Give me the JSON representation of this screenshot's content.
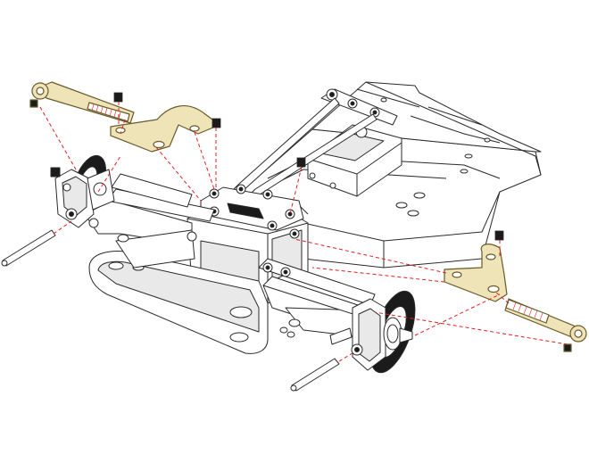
{
  "colors": {
    "background": "#ffffff",
    "outline": "#2a2a2a",
    "body_fill": "#ffffff",
    "shade_fill": "#e9e9e9",
    "dark_fill": "#1b1b1b",
    "highlight_part": "#efe3b8",
    "highlight_outline": "#6a5a2a",
    "guide_line": "#e02020"
  },
  "parts": [
    {
      "name": "left-tie-rod",
      "highlighted": true
    },
    {
      "name": "left-steering-arm",
      "highlighted": true
    },
    {
      "name": "right-tie-rod",
      "highlighted": true
    },
    {
      "name": "right-steering-arm",
      "highlighted": true
    },
    {
      "name": "set-screws",
      "highlighted": false
    },
    {
      "name": "hinge-pins",
      "highlighted": false
    },
    {
      "name": "brake-discs",
      "highlighted": false
    }
  ]
}
